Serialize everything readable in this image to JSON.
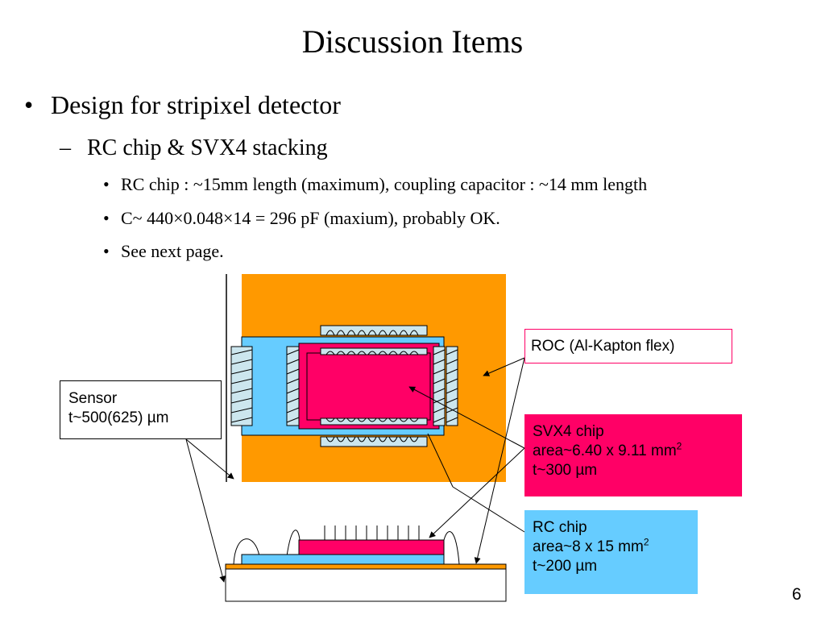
{
  "slide": {
    "title": "Discussion Items",
    "bullet1": "Design for stripixel detector",
    "bullet1_marker": "•",
    "bullet2": "RC chip & SVX4 stacking",
    "bullet2_marker": "–",
    "sub_marker": "•",
    "sub_items": [
      "RC chip : ~15mm length (maximum), coupling capacitor : ~14 mm length",
      "C~ 440×0.048×14 = 296 pF (maxium), probably OK.",
      "See next page."
    ],
    "page_number": "6"
  },
  "diagram": {
    "roc_label": "ROC (Al-Kapton flex)",
    "sensor_label": [
      "Sensor",
      "t~500(625) µm"
    ],
    "svx4_label": [
      "SVX4 chip",
      "area~6.40 x 9.11 mm",
      "2",
      "t~300 µm"
    ],
    "rc_label": [
      "RC chip",
      "area~8 x 15 mm",
      "2",
      "t~200 µm"
    ],
    "colors": {
      "roc_flex": "#ff9900",
      "rc_chip": "#66ccff",
      "svx4_chip": "#ff0066",
      "wire_bond": "#cce6ee",
      "sensor": "#ffffff",
      "roc_label_fill": "#ffffff",
      "roc_label_border": "#ff0066"
    }
  }
}
